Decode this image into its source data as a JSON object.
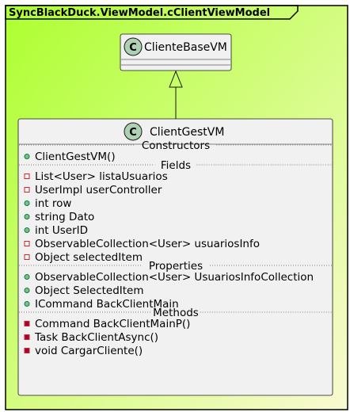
{
  "package": {
    "name": "SyncBlackDuck.ViewModel.cClientViewModel"
  },
  "base_class": {
    "stereotype_letter": "C",
    "name": "ClienteBaseVM"
  },
  "class": {
    "stereotype_letter": "C",
    "name": "ClientGestVM",
    "sections": [
      {
        "title": "Constructors",
        "members": [
          {
            "visibility": "public",
            "text": "ClientGestVM()"
          }
        ]
      },
      {
        "title": "Fields",
        "members": [
          {
            "visibility": "private",
            "text": "List<User> listaUsuarios"
          },
          {
            "visibility": "private",
            "text": "UserImpl userController"
          },
          {
            "visibility": "public",
            "text": "int row"
          },
          {
            "visibility": "public",
            "text": "string Dato"
          },
          {
            "visibility": "public",
            "text": "int UserID"
          },
          {
            "visibility": "private",
            "text": "ObservableCollection<User> usuariosInfo"
          },
          {
            "visibility": "private",
            "text": "Object selectedItem"
          }
        ]
      },
      {
        "title": "Properties",
        "members": [
          {
            "visibility": "public",
            "text": "ObservableCollection<User> UsuariosInfoCollection"
          },
          {
            "visibility": "public",
            "text": "Object SelectedItem"
          },
          {
            "visibility": "public",
            "text": "ICommand BackClientMain"
          }
        ]
      },
      {
        "title": "Methods",
        "members": [
          {
            "visibility": "private-method",
            "text": "Command BackClientMainP()"
          },
          {
            "visibility": "private-method",
            "text": "Task BackClientAsync()"
          },
          {
            "visibility": "private-method",
            "text": "void CargarCliente()"
          }
        ]
      }
    ]
  },
  "relation": {
    "type": "inheritance",
    "from": "ClientGestVM",
    "to": "ClienteBaseVM"
  },
  "colors": {
    "package_gradient_start": "#adff2f",
    "package_gradient_end": "#fafad2",
    "class_fill": "#f1f1f1",
    "class_border": "#181818",
    "stereotype_circle": "#add1b2",
    "public_visibility": "#84be84",
    "private_visibility": "#c82930",
    "private_method_visibility": "#a80036"
  }
}
